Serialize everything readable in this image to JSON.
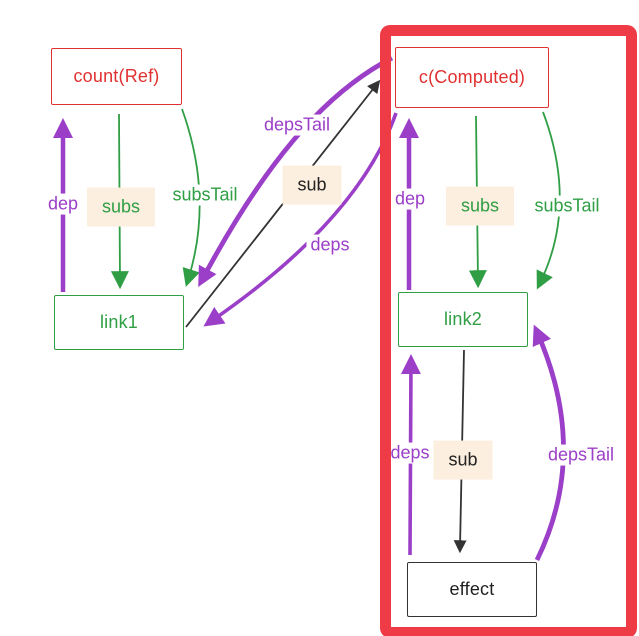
{
  "diagram": {
    "nodes": {
      "count_ref": {
        "label": "count(Ref)"
      },
      "c_computed": {
        "label": "c(Computed)"
      },
      "link1": {
        "label": "link1"
      },
      "link2": {
        "label": "link2"
      },
      "effect": {
        "label": "effect"
      }
    },
    "labels": {
      "dep_left": "dep",
      "subs_left": "subs",
      "substail_left": "subsTail",
      "depstail_mid": "depsTail",
      "sub_mid": "sub",
      "deps_mid": "deps",
      "dep_right": "dep",
      "subs_right": "subs",
      "substail_right": "subsTail",
      "deps_bottom": "deps",
      "sub_bottom": "sub",
      "depstail_bottom": "depsTail"
    },
    "colors": {
      "red_node": "#e03131",
      "green_node": "#2f9e44",
      "purple_edge": "#9b3fc8",
      "green_edge": "#2f9e44",
      "black_edge": "#333333",
      "highlight_red": "#ef3b46",
      "label_bg_peach": "#fcefdf",
      "background": "#ffffff"
    }
  }
}
